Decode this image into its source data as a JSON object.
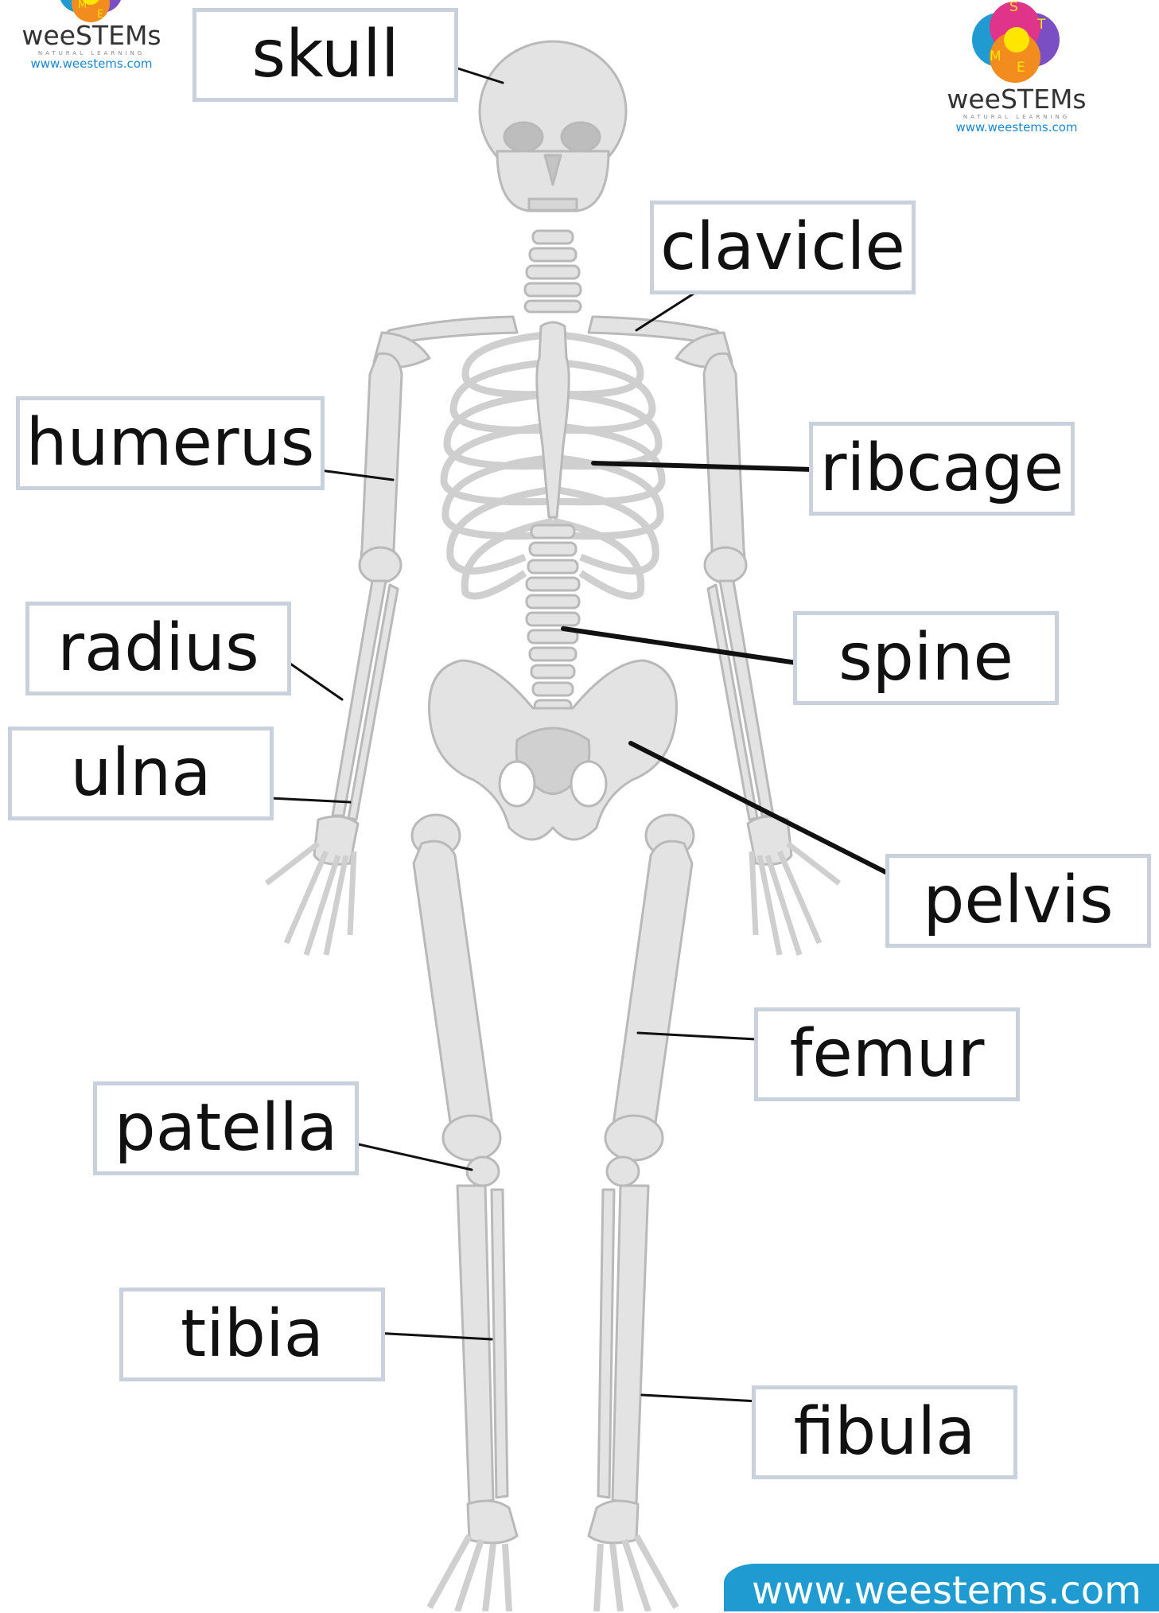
{
  "labels": {
    "skull": "skull",
    "clavicle": "clavicle",
    "humerus": "humerus",
    "ribcage": "ribcage",
    "radius": "radius",
    "spine": "spine",
    "ulna": "ulna",
    "pelvis": "pelvis",
    "femur": "femur",
    "patella": "patella",
    "tibia": "tibia",
    "fibula": "fibula"
  },
  "logo": {
    "name": "weeSTEMs",
    "tagline": "NATURAL LEARNING",
    "url": "www.weestems.com",
    "letters": [
      "S",
      "T",
      "M",
      "E"
    ]
  },
  "footer": {
    "url": "www.weestems.com"
  },
  "colors": {
    "bone": "#e3e3e3",
    "bone_outline": "#b9b9b9",
    "label_border": "#c9d1dc",
    "brand_blue": "#1f9bd1",
    "logo_pink": "#e0338a",
    "logo_purple": "#7a4fc4",
    "logo_orange": "#f28c1f",
    "logo_blue": "#1f9bd1",
    "logo_yellow": "#ffe600"
  }
}
